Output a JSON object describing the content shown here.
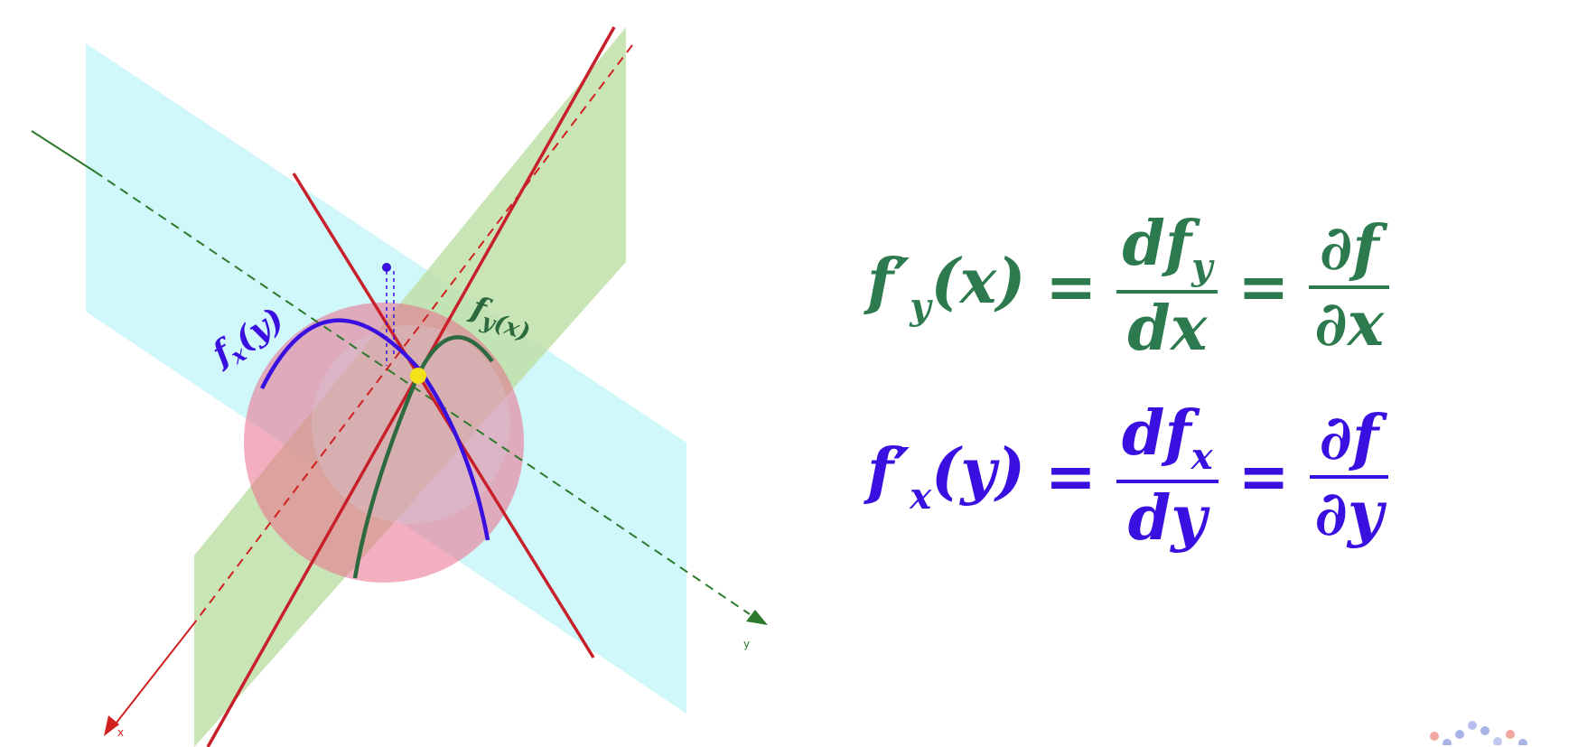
{
  "diagram": {
    "curve_label_blue": {
      "base": "f",
      "sub": "x",
      "arg": "(y)"
    },
    "curve_label_green": {
      "base": "f",
      "sub": "y",
      "arg": "(x)"
    },
    "axis_x_label": "x",
    "axis_y_label": "y",
    "colors": {
      "plane_xz": "#c8f6f8",
      "plane_yz": "#bfe0a8",
      "surface": "#e96b8a",
      "tangent_lines": "#c8202a",
      "axis_x": "#d02020",
      "axis_y": "#2d7a2d",
      "curve_blue": "#3a10e0",
      "curve_green": "#2d6a3f",
      "point": "#f2e21a"
    }
  },
  "equations": {
    "row1": {
      "lhs_base": "f′",
      "lhs_sub": "y",
      "lhs_arg": "(x)",
      "eq1": "=",
      "frac1_num_base": "df",
      "frac1_num_sub": "y",
      "frac1_den": "dx",
      "eq2": "=",
      "frac2_num": "∂f",
      "frac2_den": "∂x",
      "color": "#2d7a4f"
    },
    "row2": {
      "lhs_base": "f′",
      "lhs_sub": "x",
      "lhs_arg": "(y)",
      "eq1": "=",
      "frac1_num_base": "df",
      "frac1_num_sub": "x",
      "frac1_den": "dy",
      "eq2": "=",
      "frac2_num": "∂f",
      "frac2_den": "∂y",
      "color": "#3a10e0"
    }
  }
}
